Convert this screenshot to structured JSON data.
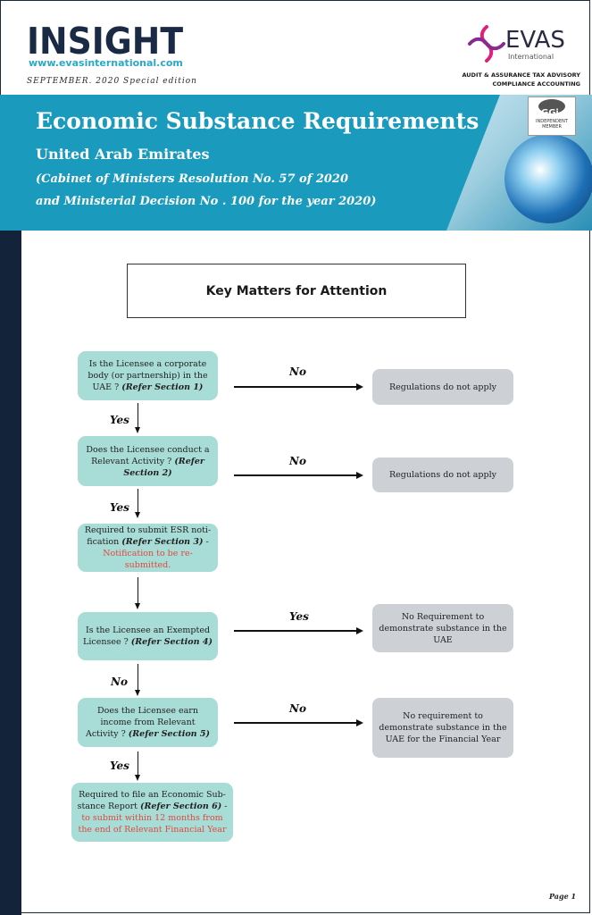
{
  "header": {
    "brand": "INSIGHT",
    "website": "www.evasinternational.com",
    "edition": "SEPTEMBER. 2020  Special edition",
    "logo_word": "EVAS",
    "logo_sub": "International",
    "services_line1": "AUDIT & ASSURANCE    TAX    ADVISORY",
    "services_line2": "COMPLIANCE      ACCOUNTING"
  },
  "banner": {
    "title": "Economic Substance Requirements",
    "subtitle": "United Arab Emirates",
    "resolution_line1": "(Cabinet of Ministers Resolution No. 57 of 2020",
    "resolution_line2": "and Ministerial Decision No . 100 for the year 2020)",
    "badge_word": "GGi",
    "badge_sub": "INDEPENDENT MEMBER"
  },
  "key_matters": "Key Matters for Attention",
  "flow": {
    "q1": {
      "text": "Is the Licensee a corporate body (or partnership) in the UAE ?",
      "ref": "(Refer Section 1)"
    },
    "q2": {
      "text": "Does the Licensee conduct a Relevant Activity ?",
      "ref": "(Refer Section 2)"
    },
    "q3": {
      "text": "Required to submit ESR noti- fication",
      "ref": "(Refer Section 3)",
      "dash": " -",
      "note": "Notification to be re-submitted."
    },
    "q4": {
      "text": "Is the Licensee an Exempted Licensee ?",
      "ref": "(Refer Section 4)"
    },
    "q5": {
      "text": "Does the Licensee earn income from Relevant Activity ?",
      "ref": "(Refer Section 5)"
    },
    "q6": {
      "text": "Required to file an Economic Sub- stance Report",
      "ref": "(Refer Section 6)",
      "dash": " -",
      "note": "to submit within 12 months from the end of Relevant Financial Year"
    },
    "r1": "Regulations do not apply",
    "r2": "Regulations do not apply",
    "r4": "No Requirement to demonstrate substance in the UAE",
    "r5": "No requirement to demonstrate substance in the UAE for the Financial Year",
    "labels": {
      "h1": "No",
      "h2": "No",
      "h4": "Yes",
      "h5": "No",
      "v1": "Yes",
      "v2": "Yes",
      "v4": "No",
      "v5": "Yes"
    }
  },
  "footer": {
    "page": "Page 1"
  },
  "colors": {
    "banner": "#1a9bbd",
    "navy": "#13233a",
    "teal_box": "#a8dcd6",
    "grey_box": "#cdd1d6",
    "red_note": "#e04a3f"
  }
}
